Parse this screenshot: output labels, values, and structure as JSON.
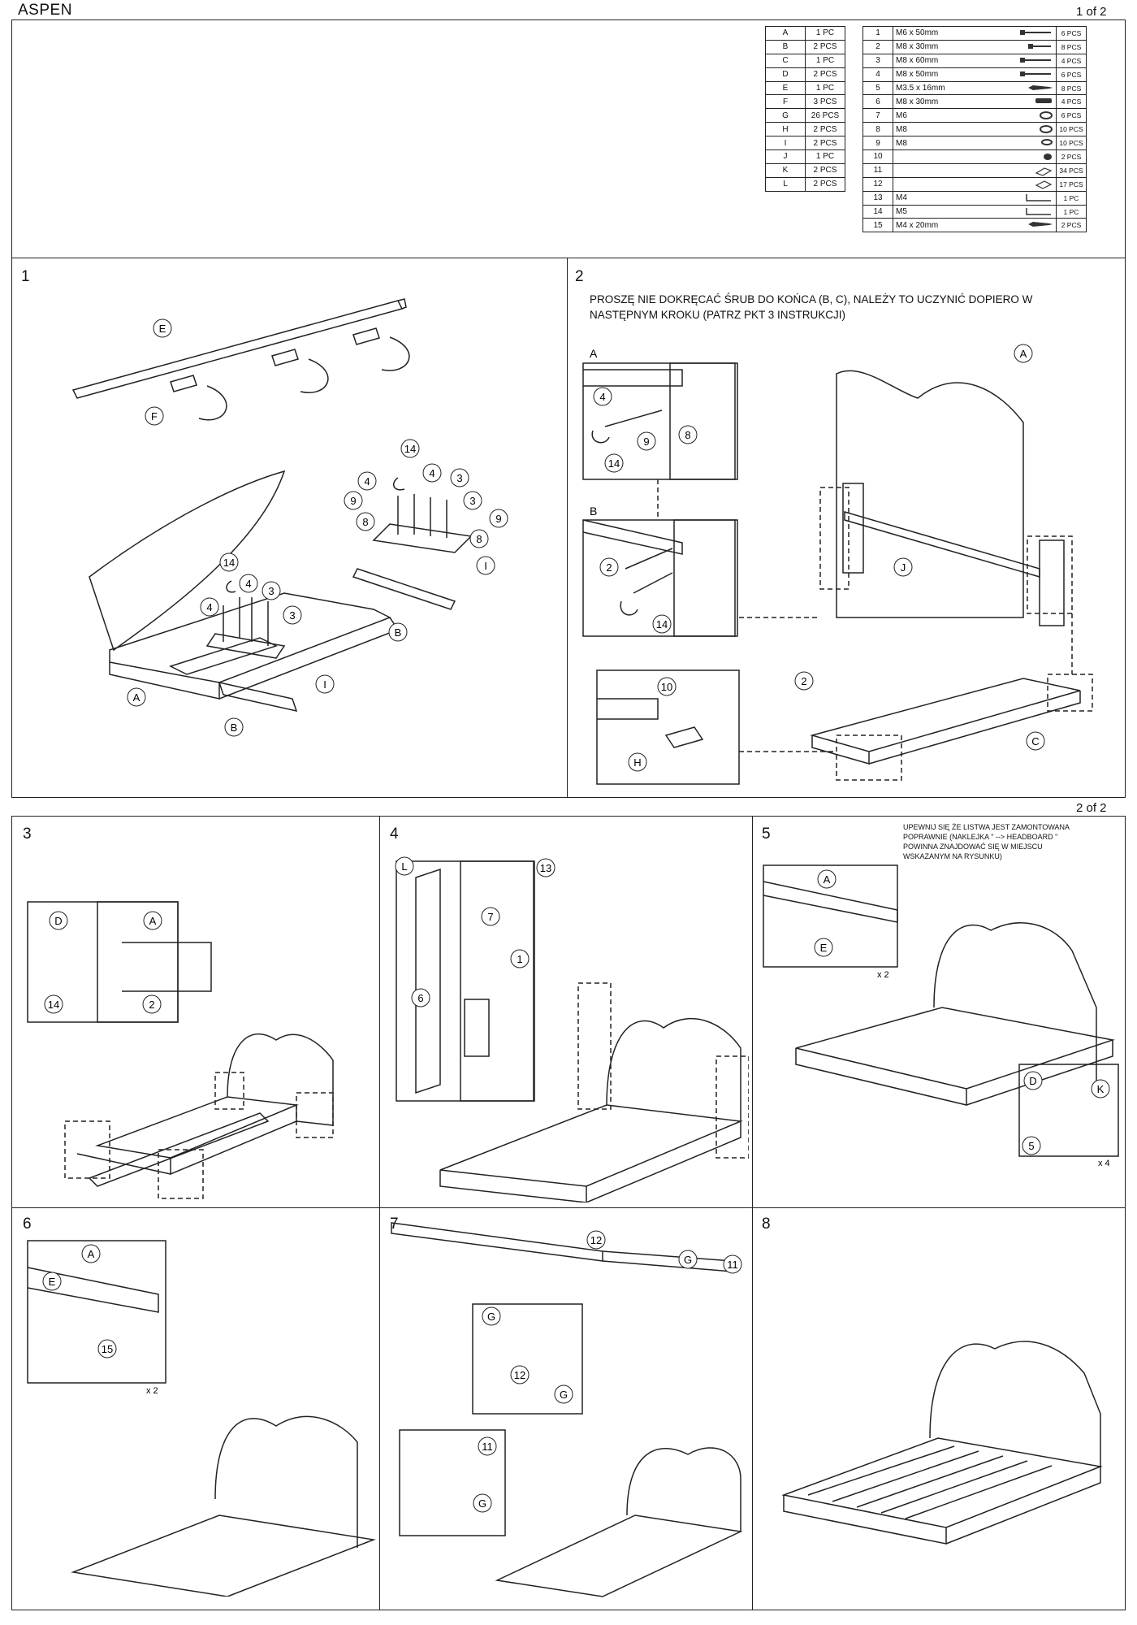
{
  "header": {
    "title": "ASPEN",
    "page1": "1 of 2",
    "page2": "2 of 2"
  },
  "parts_letters": [
    {
      "id": "A",
      "qty": "1 PC"
    },
    {
      "id": "B",
      "qty": "2 PCS"
    },
    {
      "id": "C",
      "qty": "1 PC"
    },
    {
      "id": "D",
      "qty": "2 PCS"
    },
    {
      "id": "E",
      "qty": "1 PC"
    },
    {
      "id": "F",
      "qty": "3 PCS"
    },
    {
      "id": "G",
      "qty": "26 PCS"
    },
    {
      "id": "H",
      "qty": "2 PCS"
    },
    {
      "id": "I",
      "qty": "2 PCS"
    },
    {
      "id": "J",
      "qty": "1 PC"
    },
    {
      "id": "K",
      "qty": "2 PCS"
    },
    {
      "id": "L",
      "qty": "2 PCS"
    }
  ],
  "hardware": [
    {
      "no": "1",
      "desc": "M6 x 50mm",
      "qty": "6 PCS",
      "icon": "long-bolt-icon"
    },
    {
      "no": "2",
      "desc": "M8 x 30mm",
      "qty": "8 PCS",
      "icon": "bolt-icon"
    },
    {
      "no": "3",
      "desc": "M8 x 60mm",
      "qty": "4 PCS",
      "icon": "long-bolt-icon"
    },
    {
      "no": "4",
      "desc": "M8 x 50mm",
      "qty": "6 PCS",
      "icon": "long-bolt-icon"
    },
    {
      "no": "5",
      "desc": "M3.5 x 16mm",
      "qty": "8 PCS",
      "icon": "wood-screw-icon"
    },
    {
      "no": "6",
      "desc": "M8 x 30mm",
      "qty": "4 PCS",
      "icon": "barrel-nut-icon"
    },
    {
      "no": "7",
      "desc": "M6",
      "qty": "6 PCS",
      "icon": "washer-icon"
    },
    {
      "no": "8",
      "desc": "M8",
      "qty": "10 PCS",
      "icon": "washer-icon"
    },
    {
      "no": "9",
      "desc": "M8",
      "qty": "10 PCS",
      "icon": "spring-washer-icon"
    },
    {
      "no": "10",
      "desc": "",
      "qty": "2 PCS",
      "icon": "felt-pad-icon"
    },
    {
      "no": "11",
      "desc": "",
      "qty": "34 PCS",
      "icon": "slat-cap-icon"
    },
    {
      "no": "12",
      "desc": "",
      "qty": "17 PCS",
      "icon": "slat-connector-icon"
    },
    {
      "no": "13",
      "desc": "M4",
      "qty": "1 PC",
      "icon": "allen-key-icon"
    },
    {
      "no": "14",
      "desc": "M5",
      "qty": "1 PC",
      "icon": "allen-key-icon"
    },
    {
      "no": "15",
      "desc": "M4 x 20mm",
      "qty": "2 PCS",
      "icon": "wood-screw-icon"
    }
  ],
  "steps": {
    "s1": "1",
    "s2": "2",
    "s3": "3",
    "s4": "4",
    "s5": "5",
    "s6": "6",
    "s7": "7",
    "s8": "8"
  },
  "step2_note": "PROSZĘ NIE DOKRĘCAĆ ŚRUB DO KOŃCA (B, C), NALEŻY TO UCZYNIĆ DOPIERO W NASTĘPNYM KROKU (PATRZ PKT 3 INSTRUKCJI)",
  "step5_note": "UPEWNIJ SIĘ ŻE LISTWA JEST ZAMONTOWANA POPRAWNIE (NAKLEJKA \" --> HEADBOARD \" POWINNA ZNAJDOWAĆ SIĘ W MIEJSCU WSKAZANYM NA RYSUNKU)",
  "labels": {
    "A": "A",
    "B": "B",
    "C": "C",
    "D": "D",
    "E": "E",
    "F": "F",
    "G": "G",
    "H": "H",
    "I": "I",
    "J": "J",
    "K": "K",
    "L": "L",
    "n1": "1",
    "n2": "2",
    "n3": "3",
    "n4": "4",
    "n5": "5",
    "n6": "6",
    "n7": "7",
    "n8": "8",
    "n9": "9",
    "n10": "10",
    "n11": "11",
    "n12": "12",
    "n13": "13",
    "n14": "14",
    "n15": "15",
    "x2": "x 2",
    "x4": "x 4",
    "headboard_sticker": "HEADBOARD"
  }
}
